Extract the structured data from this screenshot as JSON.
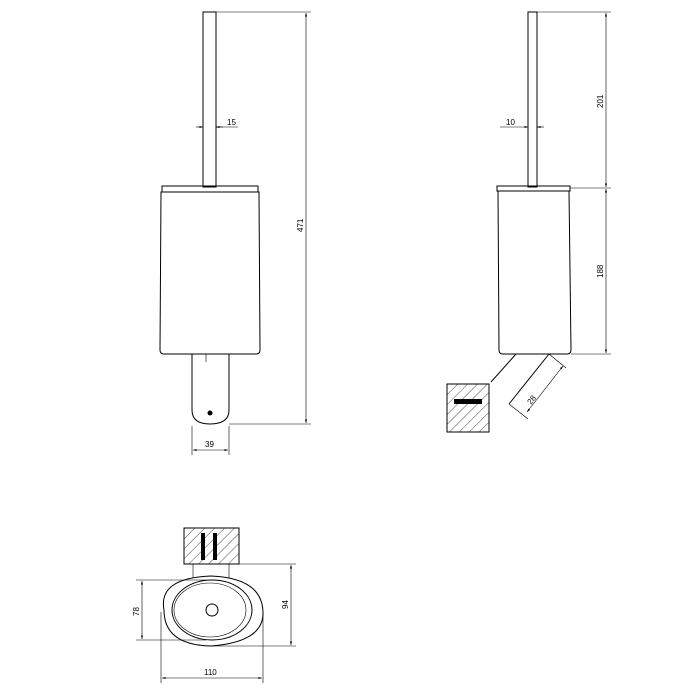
{
  "dimensions": {
    "front_rod_diameter": "15",
    "front_total_height": "471",
    "front_bracket_width": "39",
    "side_rod_diameter": "10",
    "side_rod_height": "201",
    "side_container_height": "188",
    "side_bracket_depth": "28",
    "top_depth_inner": "78",
    "top_depth_outer": "94",
    "top_width": "110"
  }
}
